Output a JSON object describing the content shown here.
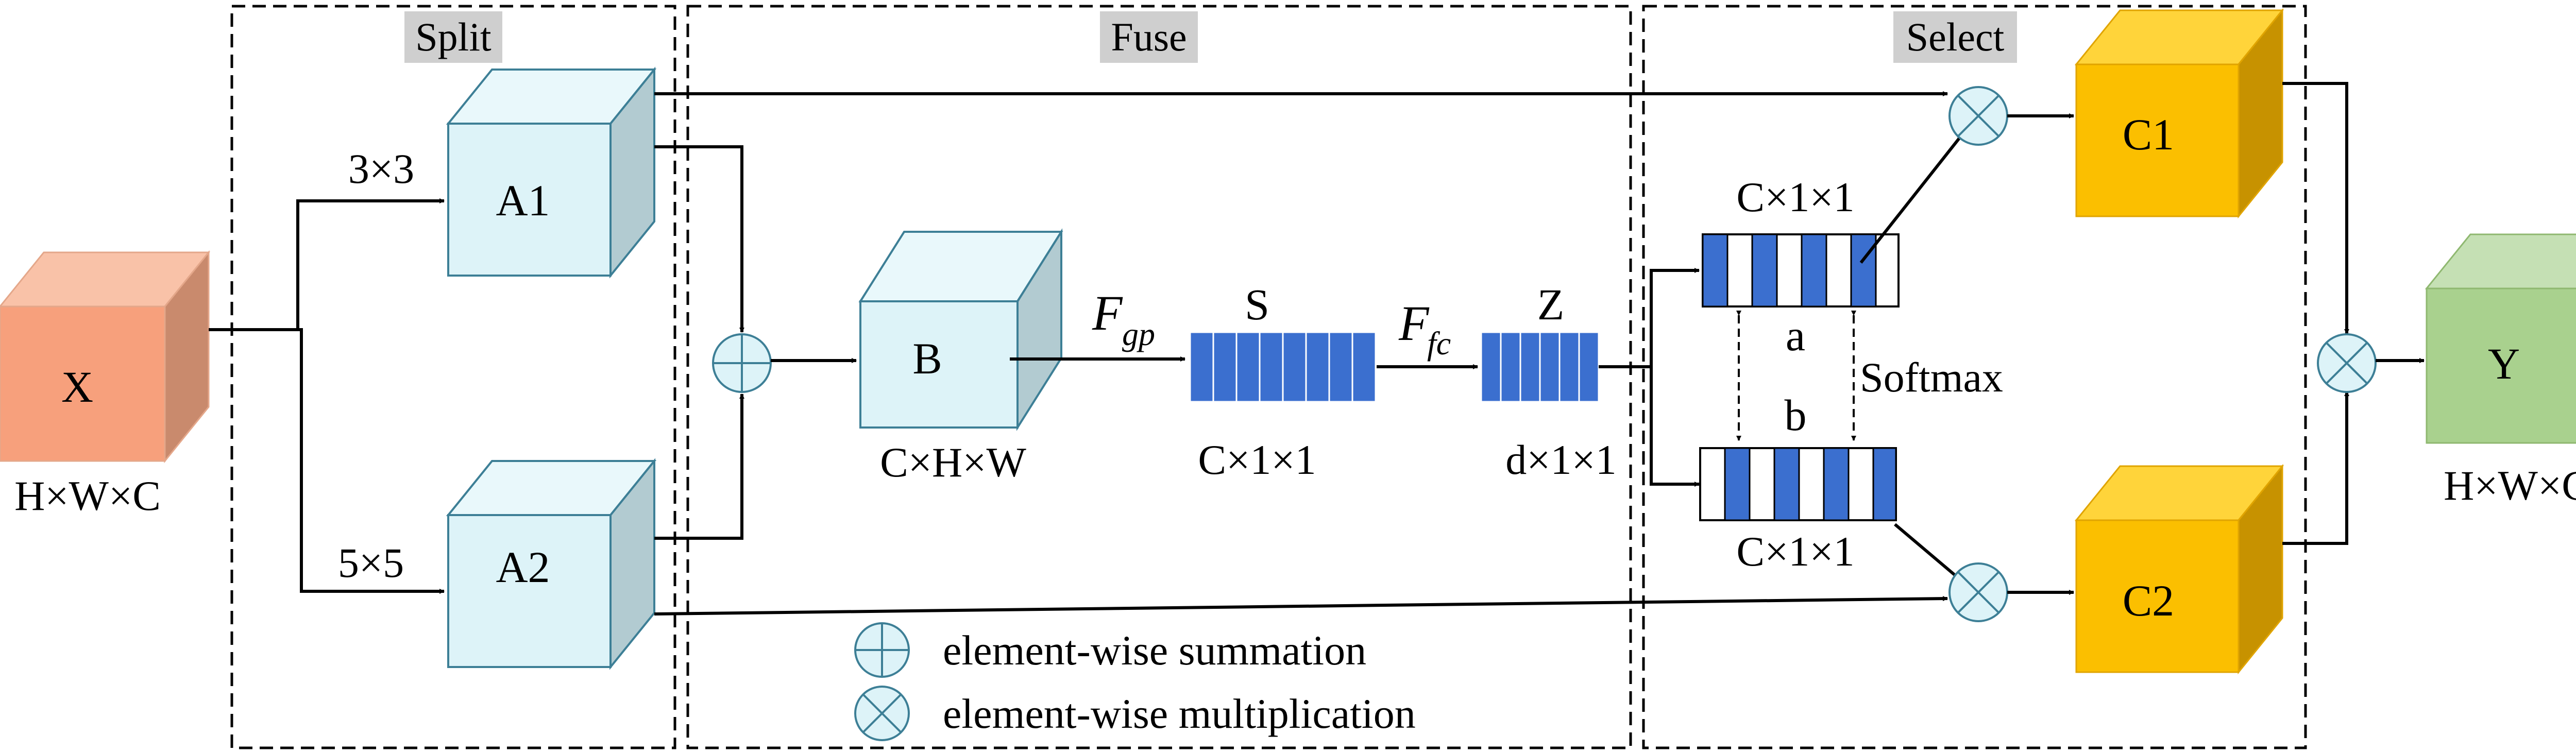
{
  "sections": {
    "split": "Split",
    "fuse": "Fuse",
    "select": "Select"
  },
  "input": {
    "label": "X",
    "dims": "H×W×C"
  },
  "branches": {
    "a1": {
      "label": "A1",
      "kernel": "3×3"
    },
    "a2": {
      "label": "A2",
      "kernel": "5×5"
    }
  },
  "fuse": {
    "b_label": "B",
    "b_dims": "C×H×W",
    "fgp_main": "F",
    "fgp_sub": "gp",
    "s_label": "S",
    "s_dims": "C×1×1",
    "ffc_main": "F",
    "ffc_sub": "fc",
    "z_label": "Z",
    "z_dims": "d×1×1"
  },
  "select": {
    "a_dims": "C×1×1",
    "a_label": "a",
    "b_label": "b",
    "b_dims": "C×1×1",
    "softmax": "Softmax",
    "c1_label": "C1",
    "c2_label": "C2"
  },
  "output": {
    "label": "Y",
    "dims": "H×W×C"
  },
  "legend": {
    "sum": "element-wise summation",
    "mul": "element-wise multiplication"
  },
  "colors": {
    "input_cube": "#f7a07c",
    "branch_cube": "#ddf3f8",
    "c_cube": "#fbbf00",
    "output_cube": "#a9d18e",
    "vector_fill": "#3b6fcf",
    "section_title_bg": "#cfcfcf"
  }
}
